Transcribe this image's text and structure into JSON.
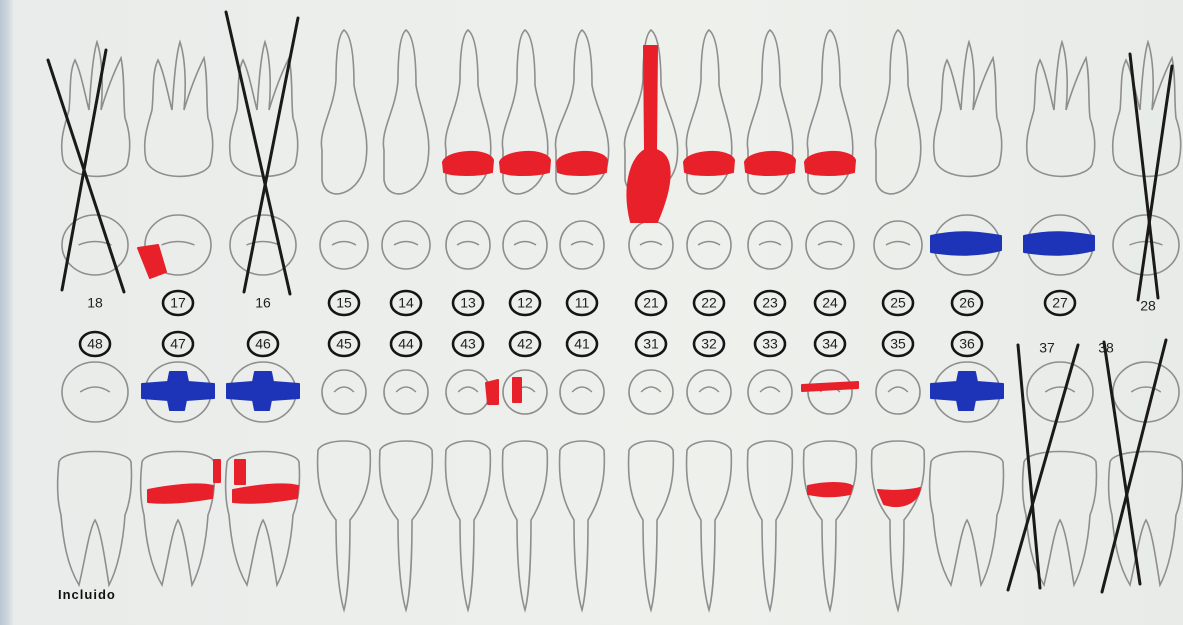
{
  "colors": {
    "outline": "#8e8e8e",
    "circle": "#151515",
    "red": "#e8202a",
    "blue": "#1d33b8",
    "cross": "#1a1a1a"
  },
  "upper_numbers": [
    "18",
    "17",
    "16",
    "15",
    "14",
    "13",
    "12",
    "11",
    "21",
    "22",
    "23",
    "24",
    "25",
    "26",
    "27",
    "28"
  ],
  "lower_numbers": [
    "48",
    "47",
    "46",
    "45",
    "44",
    "43",
    "42",
    "41",
    "31",
    "32",
    "33",
    "34",
    "35",
    "36",
    "37",
    "38"
  ],
  "circled_upper": [
    "17",
    "15",
    "14",
    "13",
    "12",
    "11",
    "21",
    "22",
    "23",
    "24",
    "25",
    "26",
    "27"
  ],
  "circled_lower": [
    "48",
    "47",
    "46",
    "45",
    "44",
    "43",
    "42",
    "41",
    "31",
    "32",
    "33",
    "34",
    "35",
    "36"
  ],
  "crossed_teeth": [
    "18",
    "16",
    "28",
    "37",
    "38"
  ],
  "red_marked_teeth": [
    "17",
    "13",
    "12",
    "11",
    "21",
    "22",
    "23",
    "24",
    "47",
    "46",
    "43",
    "42",
    "34",
    "35"
  ],
  "blue_marked_teeth": [
    "26",
    "27",
    "47",
    "46",
    "36"
  ],
  "note": "Incluido"
}
